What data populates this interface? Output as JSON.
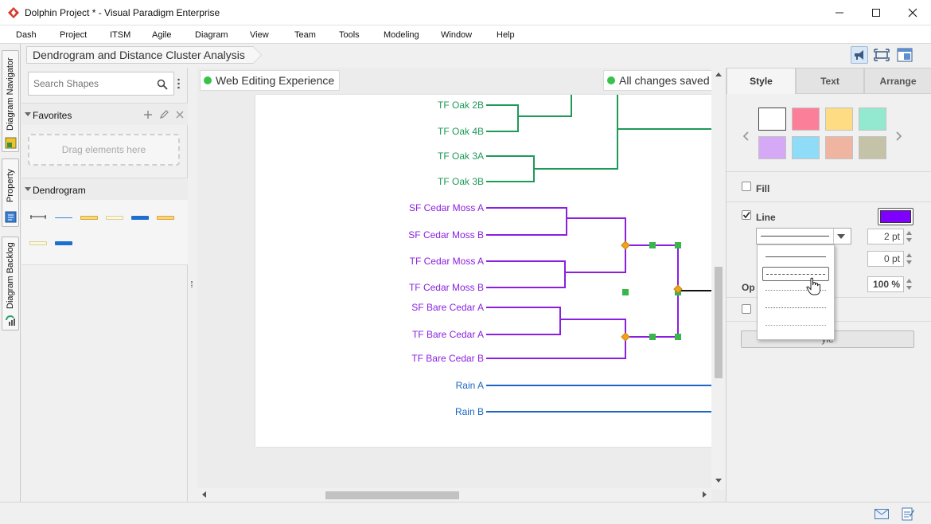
{
  "window": {
    "title": "Dolphin Project * - Visual Paradigm Enterprise"
  },
  "menu": [
    "Dash",
    "Project",
    "ITSM",
    "Agile",
    "Diagram",
    "View",
    "Team",
    "Tools",
    "Modeling",
    "Window",
    "Help"
  ],
  "side_tabs": {
    "navigator": "Diagram Navigator",
    "property": "Property",
    "backlog": "Diagram Backlog"
  },
  "breadcrumb": "Dendrogram and Distance Cluster Analysis",
  "shapes_panel": {
    "search_placeholder": "Search Shapes",
    "favorites": "Favorites",
    "drag_hint": "Drag elements here",
    "dendrogram": "Dendrogram"
  },
  "canvas": {
    "editing_status": "Web Editing Experience",
    "save_status": "All changes saved",
    "leaves": [
      {
        "label": "TF Oak 2B",
        "group": "green"
      },
      {
        "label": "TF Oak 4B",
        "group": "green"
      },
      {
        "label": "TF Oak 3A",
        "group": "green"
      },
      {
        "label": "TF Oak 3B",
        "group": "green"
      },
      {
        "label": "SF Cedar Moss A",
        "group": "purple"
      },
      {
        "label": "SF Cedar Moss B",
        "group": "purple"
      },
      {
        "label": "TF Cedar Moss A",
        "group": "purple"
      },
      {
        "label": "TF Cedar Moss B",
        "group": "purple"
      },
      {
        "label": "SF Bare Cedar A",
        "group": "purple"
      },
      {
        "label": "TF Bare Cedar A",
        "group": "purple"
      },
      {
        "label": "TF Bare Cedar B",
        "group": "purple"
      },
      {
        "label": "Rain A",
        "group": "blue"
      },
      {
        "label": "Rain B",
        "group": "blue"
      }
    ],
    "colors": {
      "green": "#1e9a57",
      "purple": "#8a1fe0",
      "blue": "#1a66c2"
    }
  },
  "props": {
    "tabs": [
      "Style",
      "Text",
      "Arrange"
    ],
    "swatches": [
      "#ffffff",
      "#fc7f9a",
      "#fddc83",
      "#93e9cf",
      "#d6a9f7",
      "#8fdcf9",
      "#f0b5a1",
      "#c4c2a7"
    ],
    "fill_label": "Fill",
    "line_label": "Line",
    "line_color": "#8000ff",
    "line_width": "2 pt",
    "line_spacing": "0 pt",
    "opacity_label": "Op",
    "opacity_value": "100 %",
    "style_button": "yle"
  }
}
